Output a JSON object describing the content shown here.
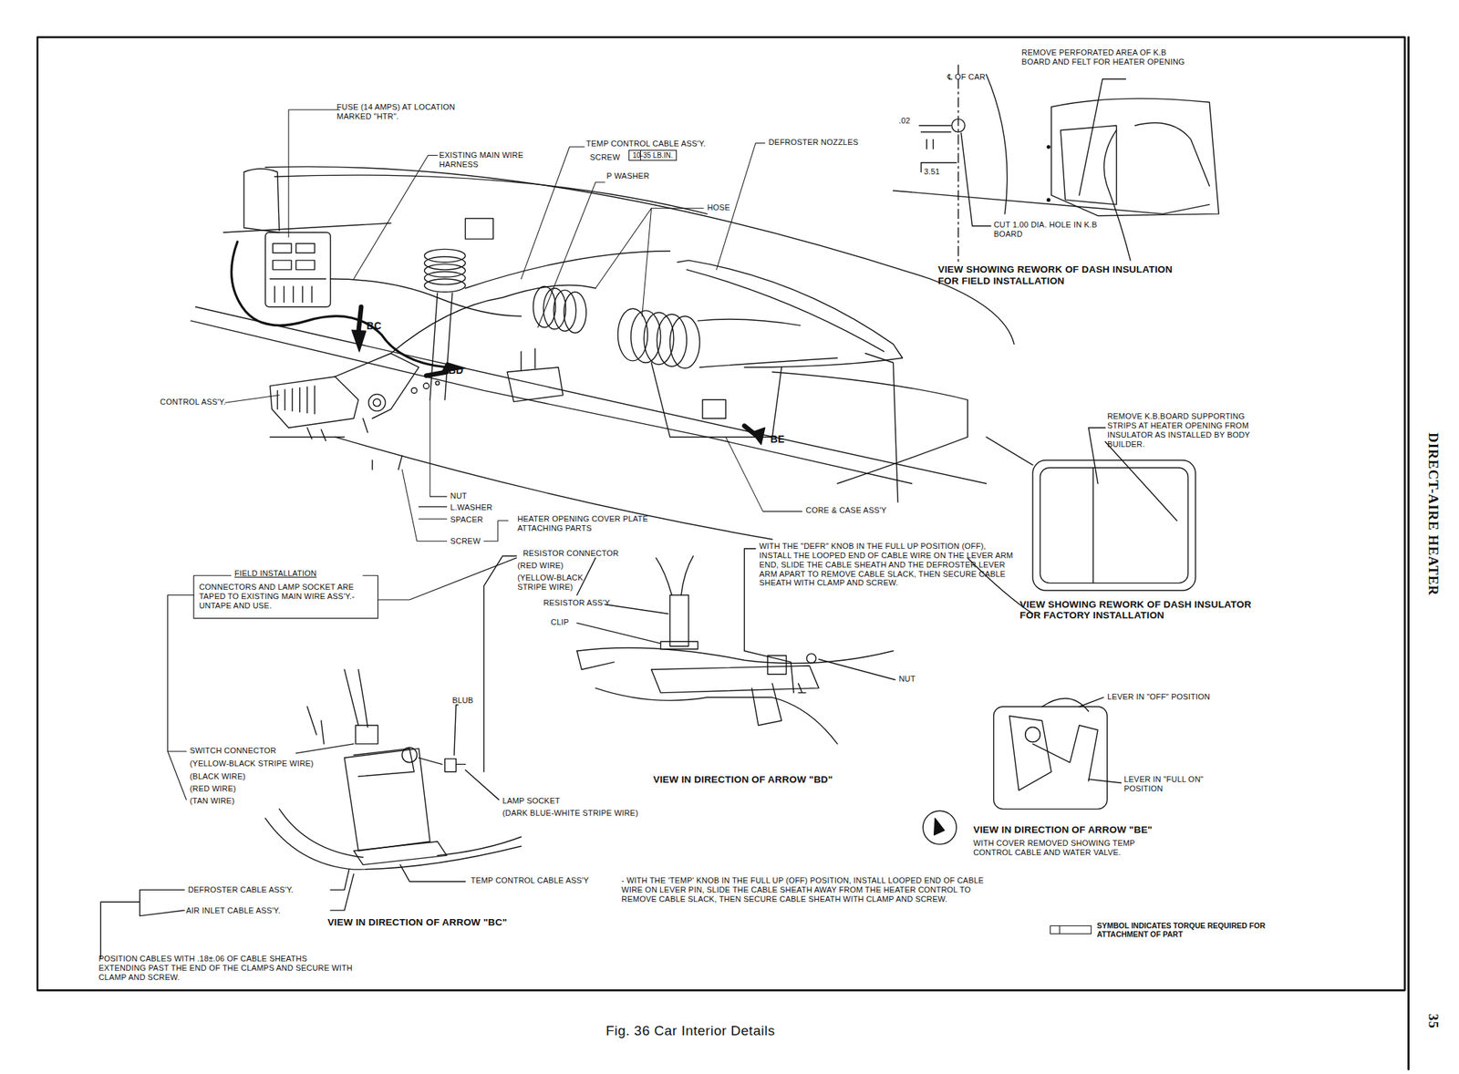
{
  "diagram": {
    "caption": "Fig. 36 Car Interior Details",
    "nodes": [
      {
        "text": [
          "10-35 LB.IN."
        ]
      }
    ],
    "labels": [
      "FUSE (14 AMPS) AT LOCATION MARKED \"HTR\".",
      "EXISTING MAIN WIRE HARNESS",
      "TEMP CONTROL CABLE ASS'Y.",
      "SCREW",
      "P WASHER",
      "DEFROSTER NOZZLES",
      "HOSE",
      "BC",
      "BD",
      "BE",
      "CONTROL ASS'Y.",
      "NUT",
      "L.WASHER",
      "SPACER",
      "SCREW",
      "HEATER OPENING COVER PLATE ATTACHING PARTS",
      "CORE & CASE ASS'Y",
      "REMOVE PERFORATED AREA OF K.B BOARD AND FELT FOR HEATER OPENING",
      "℄ OF CAR",
      ".02",
      "3.51",
      "CUT 1.00 DIA. HOLE IN K.B BOARD",
      "VIEW SHOWING REWORK OF DASH INSULATION FOR FIELD INSTALLATION",
      "REMOVE K.B.BOARD SUPPORTING STRIPS AT HEATER OPENING FROM INSULATOR AS INSTALLED BY BODY BUILDER.",
      "VIEW SHOWING REWORK OF DASH INSULATOR FOR FACTORY INSTALLATION",
      "FIELD INSTALLATION",
      "CONNECTORS AND LAMP SOCKET ARE TAPED TO EXISTING MAIN WIRE ASS'Y.-UNTAPE AND USE.",
      "RESISTOR CONNECTOR",
      "(RED WIRE)",
      "(YELLOW-BLACK STRIPE WIRE)",
      "RESISTOR ASS'Y.",
      "CLIP",
      "WITH THE \"DEFR\" KNOB IN THE FULL UP POSITION (OFF), INSTALL THE LOOPED END OF CABLE WIRE ON THE LEVER ARM END, SLIDE THE CABLE SHEATH AND THE DEFROSTER LEVER ARM APART TO REMOVE CABLE SLACK, THEN SECURE CABLE SHEATH WITH CLAMP AND SCREW.",
      "NUT",
      "VIEW IN DIRECTION OF ARROW \"BD\"",
      "BLUB",
      "SWITCH CONNECTOR",
      "(YELLOW-BLACK STRIPE WIRE)",
      "(BLACK WIRE)",
      "(RED WIRE)",
      "(TAN WIRE)",
      "LAMP SOCKET",
      "(DARK BLUE-WHITE STRIPE WIRE)",
      "DEFROSTER CABLE ASS'Y.",
      "AIR INLET CABLE ASS'Y.",
      "VIEW IN DIRECTION OF ARROW \"BC\"",
      "POSITION CABLES WITH .18±.06 OF CABLE SHEATHS EXTENDING PAST THE END OF THE CLAMPS AND SECURE WITH CLAMP AND SCREW.",
      "TEMP CONTROL CABLE ASS'Y",
      "- WITH THE 'TEMP' KNOB IN THE FULL UP (OFF) POSITION, INSTALL LOOPED END OF CABLE WIRE ON LEVER PIN, SLIDE THE CABLE SHEATH AWAY FROM THE HEATER CONTROL TO REMOVE CABLE SLACK, THEN SECURE CABLE SHEATH WITH CLAMP AND SCREW.",
      "LEVER IN \"OFF\" POSITION",
      "LEVER IN \"FULL ON\" POSITION",
      "VIEW IN DIRECTION OF ARROW \"BE\"",
      "WITH COVER REMOVED SHOWING TEMP CONTROL CABLE AND WATER VALVE.",
      "DIRECT-AIRE HEATER",
      "35"
    ],
    "legend": [
      {
        "text": "SYMBOL INDICATES TORQUE REQUIRED FOR ATTACHMENT OF PART"
      }
    ]
  }
}
